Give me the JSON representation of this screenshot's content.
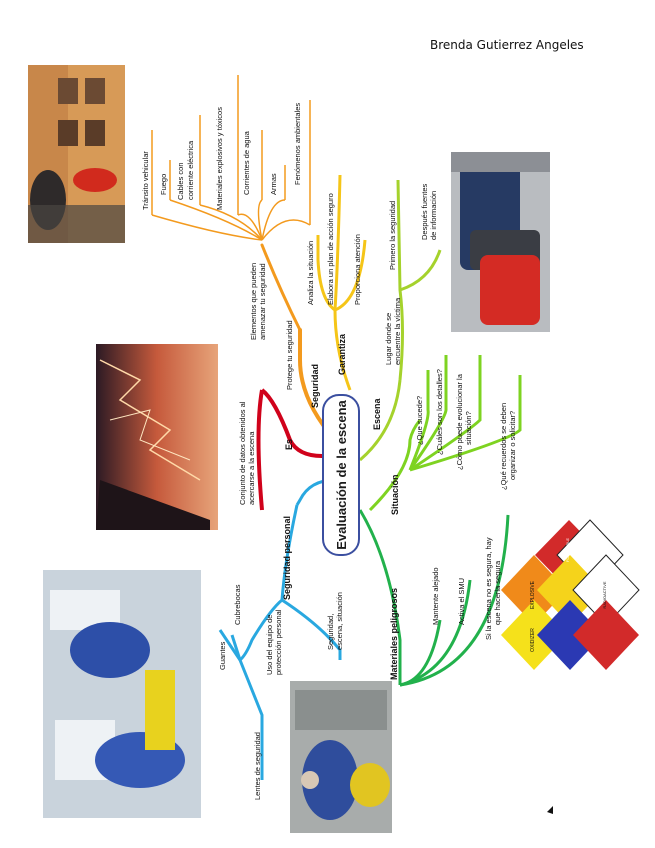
{
  "author": "Brenda Gutierrez Angeles",
  "center": "Evaluación de la escena",
  "branches": {
    "es": {
      "label": "Es",
      "items": [
        "Conjunto de datos obtenidos al",
        "acercarse a la escena"
      ]
    },
    "seguridad": {
      "label": "Seguridad",
      "protege": "Protege tu seguridad",
      "elementos": [
        "Elementos que pueden",
        "amenazar tu seguridad"
      ],
      "threats": [
        "Tránsito vehicular",
        "Fuego",
        "Cables con",
        "corriente eléctrica",
        "Materiales explosivos y tóxicos",
        "Corrientes de agua",
        "Armas",
        "Fenómenos ambientales"
      ]
    },
    "garantiza": {
      "label": "Garantiza",
      "items": [
        "Analiza la situación",
        "Elabora un plan de acción seguro",
        "Proporciona atención"
      ]
    },
    "escena": {
      "label": "Escena",
      "lugar": [
        "Lugar donde se",
        "encuentre la víctima"
      ],
      "items": [
        "Primero la seguridad",
        "Después fuentes",
        "de información"
      ]
    },
    "situacion": {
      "label": "Situación",
      "items": [
        "¿Que sucede?",
        "¿Cuáles son los detalles?",
        "¿Cómo puede evolucionar la",
        "situación?",
        "¿Qué recuerdos se deben",
        "organizar o solicitar?"
      ]
    },
    "materiales": {
      "label": "Materiales peligrosos",
      "items": [
        "Mantente alejado",
        "Activa el SMU",
        "Si la escena no es segura, hay",
        "que hacerla segura"
      ]
    },
    "personal": {
      "label": "Seguridad personal",
      "items": [
        "Uso del equipo de",
        "protección personal",
        "Seguridad,",
        "escena, situación"
      ],
      "equipo": [
        "Guantes",
        "Cubrebocas",
        "Lentes de seguridad"
      ]
    }
  },
  "hazmat_labels": [
    "OXIDIZER",
    "EXPLOSIVE",
    "RADIOACTIVE",
    "FLAMMABLE"
  ],
  "colors": {
    "seguridad": "#f39a1e",
    "garantiza": "#f5c518",
    "escena": "#a5d22c",
    "situacion": "#7ed321",
    "materiales": "#22b14c",
    "personal": "#29a8e0",
    "es": "#d0021b",
    "center_border": "#3b4fa0"
  }
}
